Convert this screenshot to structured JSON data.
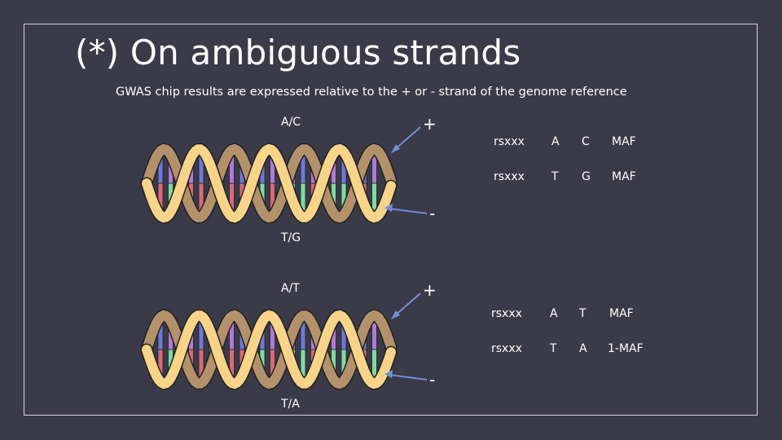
{
  "slide": {
    "title": "(*) On ambiguous strands",
    "subtitle": "GWAS chip results are expressed relative to the + or - strand of the genome reference"
  },
  "pair1": {
    "top_label": "A/C",
    "bottom_label": "T/G",
    "plus_sign": "+",
    "minus_sign": "-",
    "rows": [
      [
        "rsxxx",
        "A",
        "C",
        "MAF"
      ],
      [
        "rsxxx",
        "T",
        "G",
        "MAF"
      ]
    ]
  },
  "pair2": {
    "top_label": "A/T",
    "bottom_label": "T/A",
    "plus_sign": "+",
    "minus_sign": "-",
    "rows": [
      [
        "rsxxx",
        "A",
        "T",
        "MAF"
      ],
      [
        "rsxxx",
        "T",
        "A",
        "1-MAF"
      ]
    ]
  },
  "icons": [
    "dna-helix-icon",
    "arrow-icon"
  ],
  "colors": {
    "background": "#3b3a48",
    "backbone": "#f7d489",
    "backbone_shadow": "#b3926b",
    "base_blue": "#6f78d8",
    "base_purple": "#b07ad8",
    "base_red": "#d86a78",
    "base_green": "#7fdca0",
    "arrow": "#6f8fd8"
  }
}
